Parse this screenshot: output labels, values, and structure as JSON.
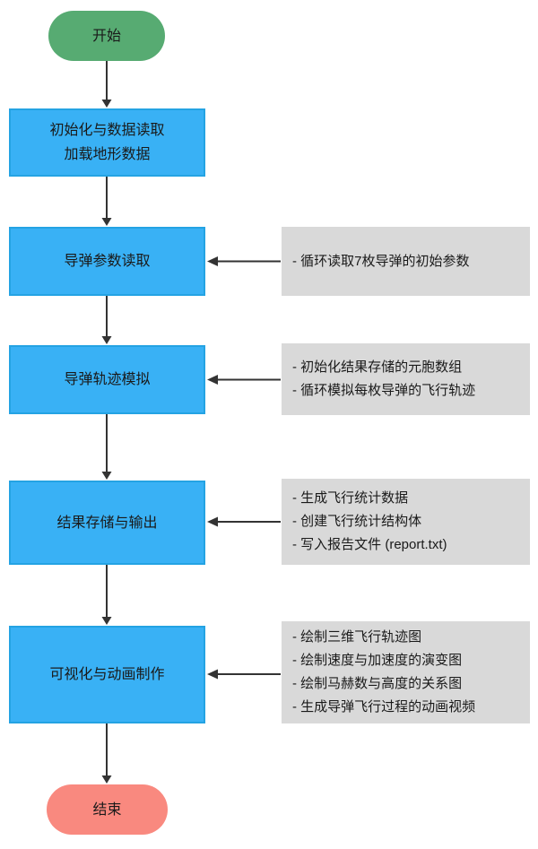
{
  "colors": {
    "start_fill": "#57ab72",
    "end_fill": "#f9897f",
    "process_fill": "#39b1f5",
    "process_border": "#24a3e3",
    "annotation_fill": "#d9d9d9",
    "arrow": "#333333",
    "text": "#1a1a1a"
  },
  "flowchart": {
    "start_label": "开始",
    "end_label": "结束",
    "steps": [
      {
        "lines": [
          "初始化与数据读取",
          "加载地形数据"
        ]
      },
      {
        "lines": [
          "导弹参数读取"
        ]
      },
      {
        "lines": [
          "导弹轨迹模拟"
        ]
      },
      {
        "lines": [
          "结果存储与输出"
        ]
      },
      {
        "lines": [
          "可视化与动画制作"
        ]
      }
    ],
    "annotations": [
      {
        "lines": [
          "- 循环读取7枚导弹的初始参数"
        ]
      },
      {
        "lines": [
          "- 初始化结果存储的元胞数组",
          "- 循环模拟每枚导弹的飞行轨迹"
        ]
      },
      {
        "lines": [
          "- 生成飞行统计数据",
          "- 创建飞行统计结构体",
          "- 写入报告文件 (report.txt)"
        ]
      },
      {
        "lines": [
          "- 绘制三维飞行轨迹图",
          "- 绘制速度与加速度的演变图",
          "- 绘制马赫数与高度的关系图",
          "- 生成导弹飞行过程的动画视频"
        ]
      }
    ]
  }
}
